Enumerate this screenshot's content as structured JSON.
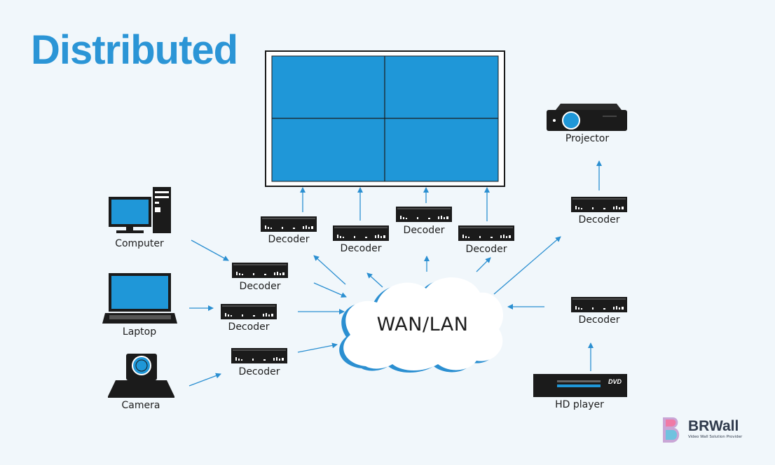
{
  "title": "Distributed",
  "network": {
    "label": "WAN/LAN"
  },
  "decoder_label": "Decoder",
  "sources": {
    "computer": "Computer",
    "laptop": "Laptop",
    "camera": "Camera",
    "hd_player": "HD player"
  },
  "outputs": {
    "projector": "Projector"
  },
  "dvd_text": "DVD",
  "brand": {
    "name": "BRWall",
    "tagline": "Video Wall Solution Provider"
  },
  "colors": {
    "accent": "#2b95d6",
    "screen": "#1f97d8",
    "device": "#1b1b1b",
    "arrow": "#2b8fd1",
    "background": "#f1f7fb"
  }
}
